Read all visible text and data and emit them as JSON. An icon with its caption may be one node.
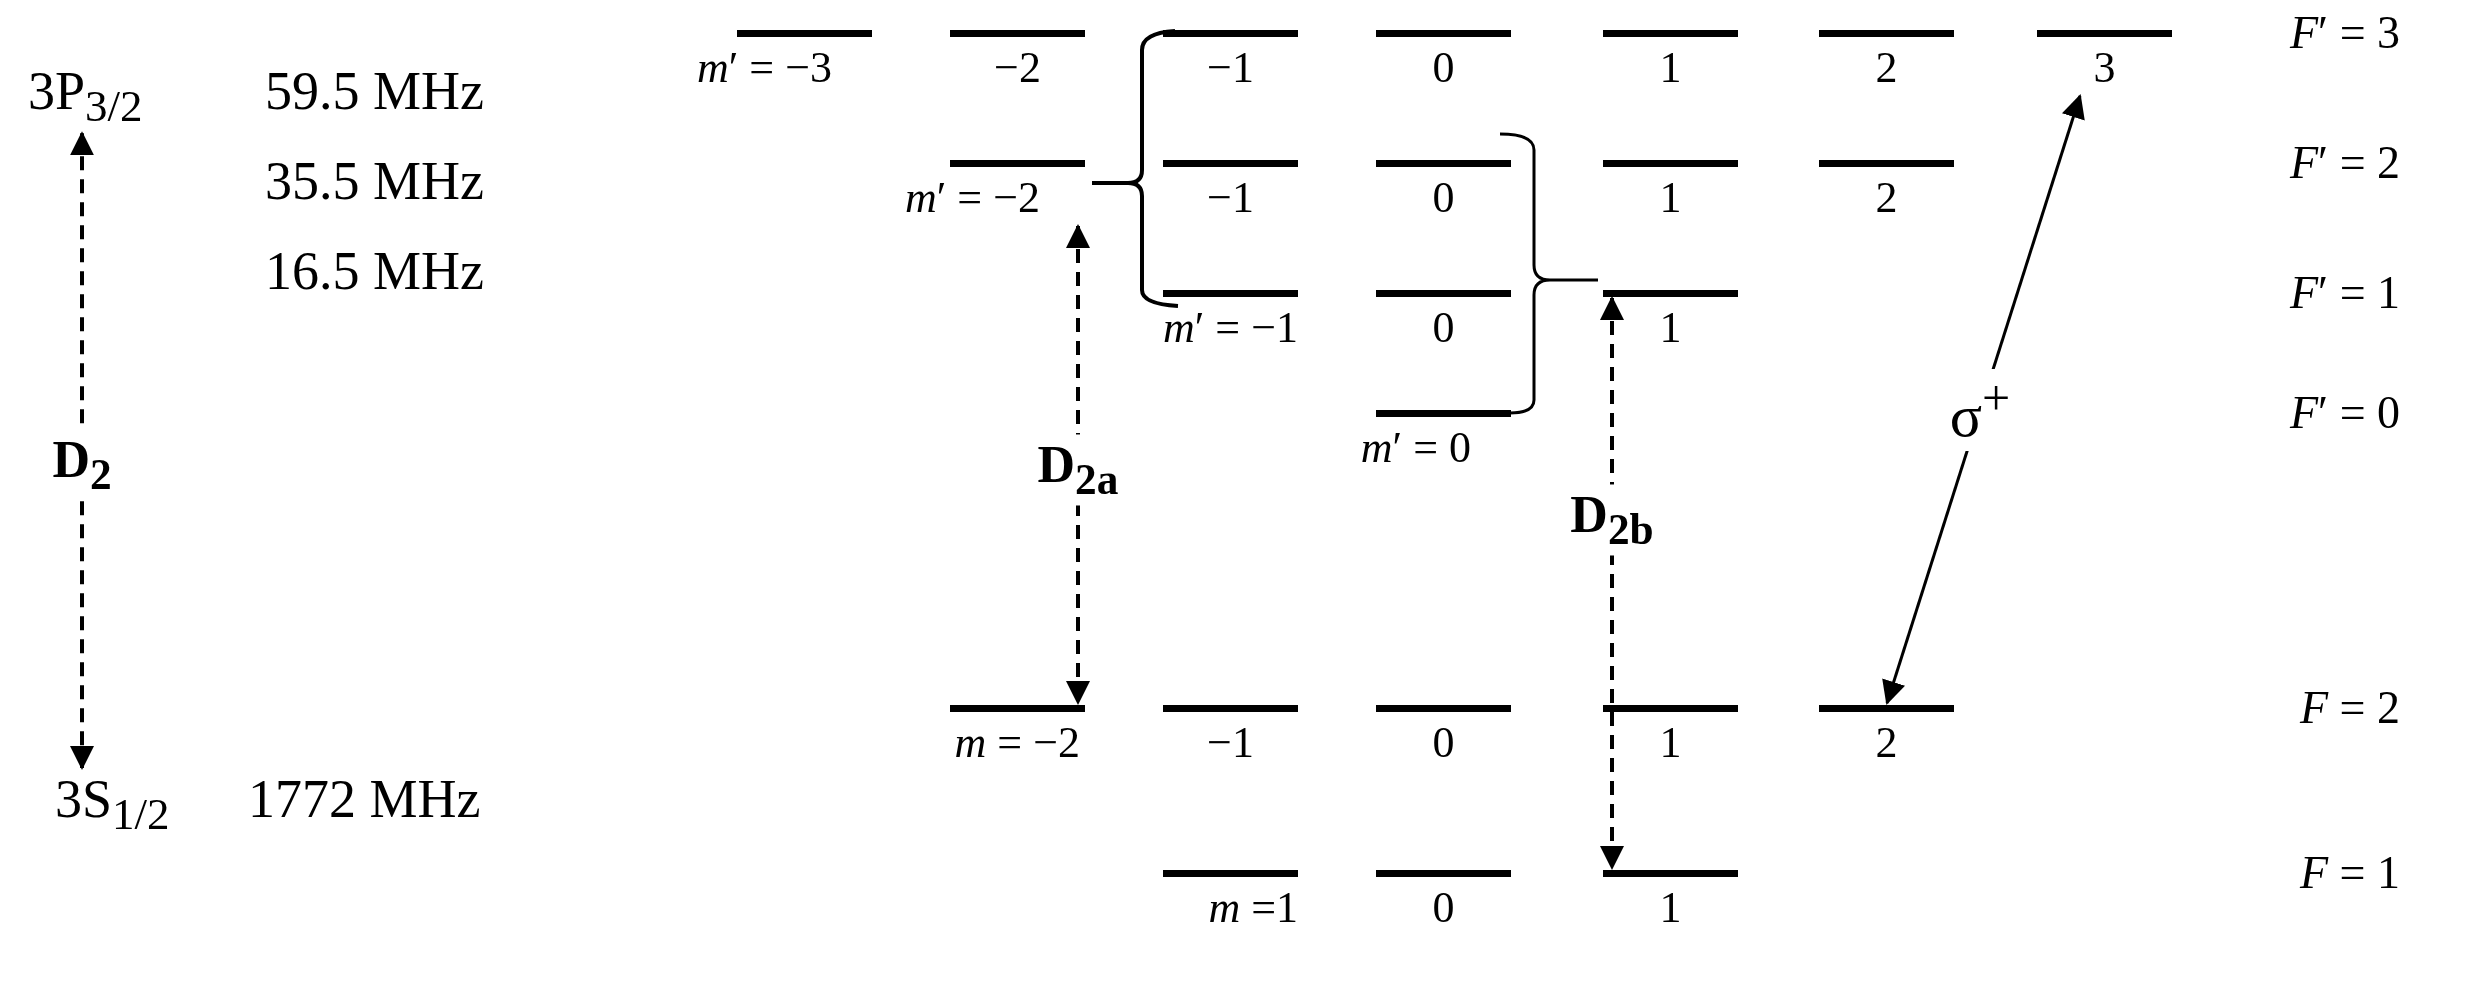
{
  "diagram": {
    "nodes": [
      {
        "text": [
          "3P$_{3/2}$"
        ]
      },
      {
        "text": [
          "3S$_{1/2}$"
        ]
      },
      {
        "text": [
          "*m*′ = −3"
        ]
      },
      {
        "text": [
          "−2"
        ]
      },
      {
        "text": [
          "−1"
        ]
      },
      {
        "text": [
          "0"
        ]
      },
      {
        "text": [
          "1"
        ]
      },
      {
        "text": [
          "2"
        ]
      },
      {
        "text": [
          "3"
        ]
      },
      {
        "text": [
          "*m*′ = −2"
        ]
      },
      {
        "text": [
          "−1"
        ]
      },
      {
        "text": [
          "0"
        ]
      },
      {
        "text": [
          "1"
        ]
      },
      {
        "text": [
          "2"
        ]
      },
      {
        "text": [
          "*m*′ = −1"
        ]
      },
      {
        "text": [
          "0"
        ]
      },
      {
        "text": [
          "1"
        ]
      },
      {
        "text": [
          "*m*′ = 0"
        ]
      },
      {
        "text": [
          "*m* = −2"
        ]
      },
      {
        "text": [
          "−1"
        ]
      },
      {
        "text": [
          "0"
        ]
      },
      {
        "text": [
          "1"
        ]
      },
      {
        "text": [
          "2"
        ]
      },
      {
        "text": [
          "*m* =1"
        ]
      },
      {
        "text": [
          "0"
        ]
      },
      {
        "text": [
          "1"
        ]
      }
    ],
    "edges": [
      {
        "from": 0,
        "to": 1,
        "arrow": "both",
        "style": "dashed",
        "label": "D$_{2}$"
      },
      {
        "from": 9,
        "to": 18,
        "arrow": "both",
        "style": "dashed",
        "label": "D$_{2a}$"
      },
      {
        "from": 16,
        "to": 25,
        "arrow": "both",
        "style": "dashed",
        "label": "D$_{2b}$"
      },
      {
        "from": 8,
        "to": 22,
        "arrow": "both",
        "label": "σ$^{+}$"
      }
    ],
    "labels": [
      "59.5 MHz",
      "35.5 MHz",
      "16.5 MHz",
      "1772 MHz",
      "*F*′ = 3",
      "*F*′ = 2",
      "*F*′ = 1",
      "*F*′ = 0",
      "*F* = 2",
      "*F* = 1"
    ]
  }
}
